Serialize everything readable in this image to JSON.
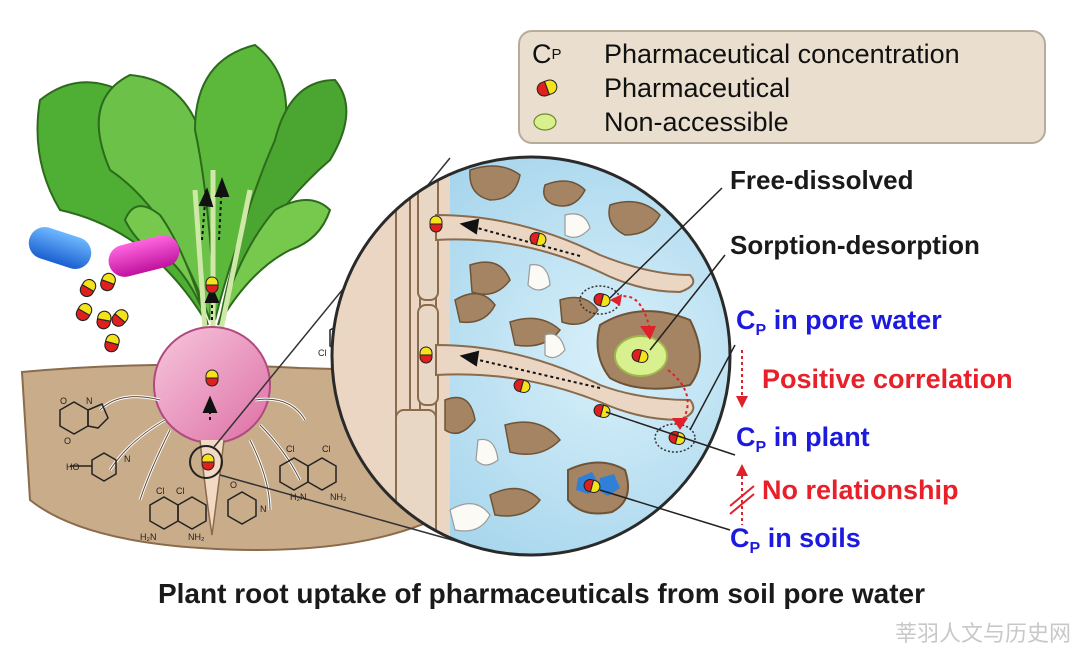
{
  "legend": {
    "cp_letter": "C",
    "cp_sub": "P",
    "cp_label": "Pharmaceutical concentration",
    "pharma_label": "Pharmaceutical",
    "nonaccess_label": "Non-accessible"
  },
  "labels": {
    "free_dissolved": "Free-dissolved",
    "sorption": "Sorption-desorption",
    "cp_pore": "in pore water",
    "positive": "Positive correlation",
    "cp_plant": "in plant",
    "no_relationship": "No relationship",
    "cp_soils": "in soils",
    "c_letter": "C",
    "p_sub": "P"
  },
  "caption": "Plant root uptake of pharmaceuticals from soil pore water",
  "watermark": "莘羽人文与历史网",
  "colors": {
    "legend_bg": "#eadfcf",
    "soil": "#c9ac8a",
    "pore_water": "#b9def0",
    "radish": "#ee9cc4",
    "leaf": "#5cb83b",
    "blue_text": "#1d1ae0",
    "red_text": "#e8202a",
    "pill_red": "#e01f1f",
    "pill_yellow": "#f4e21a"
  }
}
